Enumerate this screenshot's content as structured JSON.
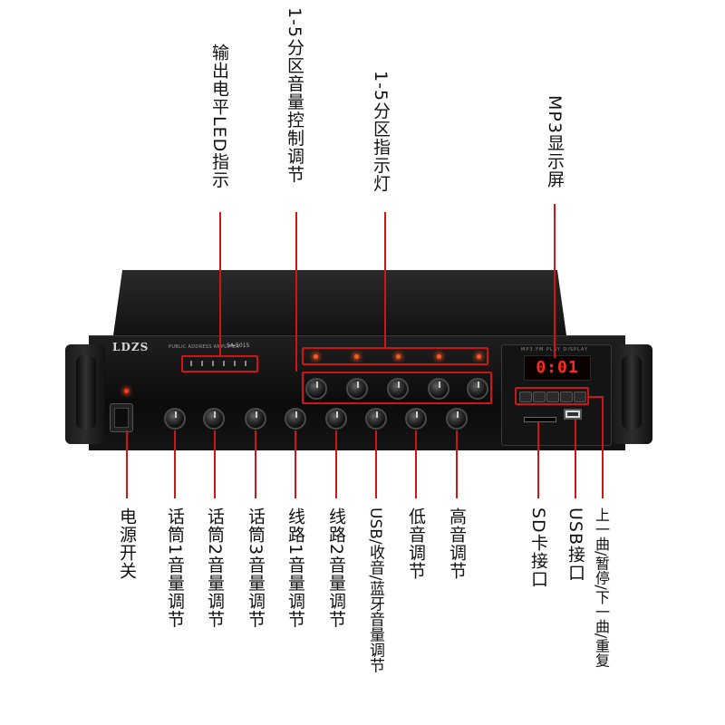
{
  "brand": "LDZS",
  "model_text": "PUBLIC ADDRESS AMPLIFIER",
  "model_number": "SA-5015",
  "mp3_panel_title": "MP3.FM PLAY DISPLAY",
  "mp3_display": "0:01",
  "callouts_top": {
    "led_level": "输出电平LED指示",
    "zone_volume": "1-5分区音量控制调节",
    "zone_lights": "1-5分区指示灯",
    "mp3_display": "MP3显示屏"
  },
  "callouts_bottom": {
    "power": "电源开关",
    "mic1": "话筒1音量调节",
    "mic2": "话筒2音量调节",
    "mic3": "话筒3音量调节",
    "line1": "线路1音量调节",
    "line2": "线路2音量调节",
    "usb_volume": "USB/收音/蓝牙音量调节",
    "bass": "低音调节",
    "treble": "高音调节",
    "sd_card": "SD卡接口",
    "usb_port": "USB接口",
    "track_controls": "上一曲/暂停/下一曲/重复"
  },
  "colors": {
    "callout_red": "#d01515",
    "led_orange": "#ff5522",
    "display_red": "#ff2a1a",
    "chassis": "#111111"
  }
}
